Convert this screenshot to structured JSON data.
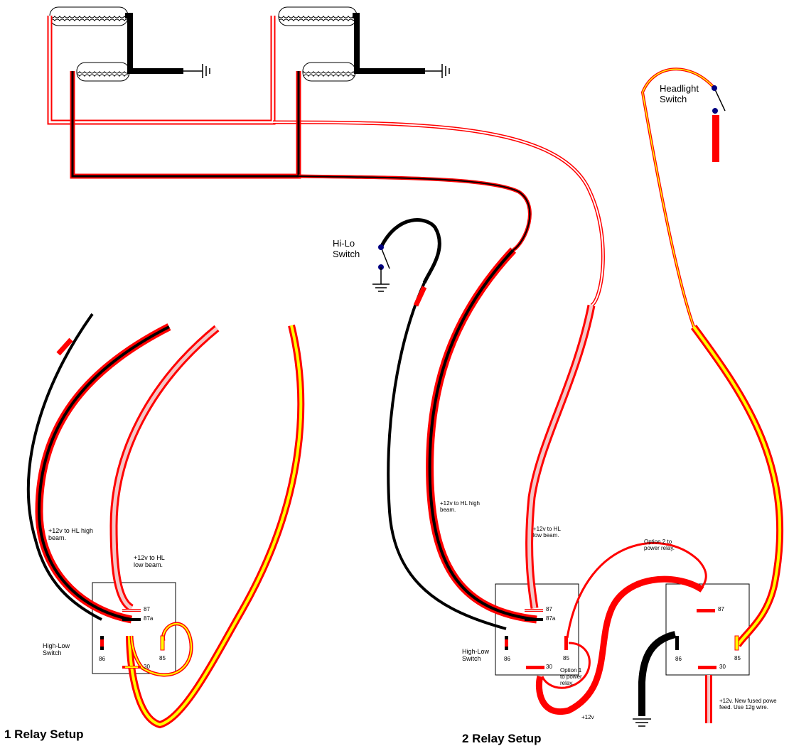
{
  "switches": {
    "headlight": "Headlight\nSwitch",
    "hilo": "Hi-Lo\nSwitch"
  },
  "relay1": {
    "title": "1 Relay Setup",
    "pins": {
      "p87": "87",
      "p87a": "87a",
      "p86": "86",
      "p85": "85",
      "p30": "30"
    },
    "high_low_label": "High-Low\nSwitch",
    "high_beam_label": "+12v to HL high\nbeam.",
    "low_beam_label": "+12v to HL\nlow beam."
  },
  "relay2": {
    "title": "2 Relay Setup",
    "left": {
      "p87": "87",
      "p87a": "87a",
      "p86": "86",
      "p85": "85",
      "p30": "30"
    },
    "right": {
      "p87": "87",
      "p86": "86",
      "p85": "85",
      "p30": "30"
    },
    "high_low_label": "High-Low\nSwitch",
    "high_beam_label": "+12v to HL high\nbeam.",
    "low_beam_label": "+12v to HL\nlow beam.",
    "option1_label": "Option 1\nto power\nrelay.",
    "option2_label": "Option 2 to\npower relay.",
    "plus12_label": "+12v",
    "feed_label": "+12v.  New fused powe\nfeed.  Use 12g wire."
  },
  "colors": {
    "red": "#ff0000",
    "black": "#000000",
    "yellow": "#ffff00",
    "white": "#ffffff",
    "pink": "#f4c7c7",
    "switch_dot": "#000080"
  }
}
